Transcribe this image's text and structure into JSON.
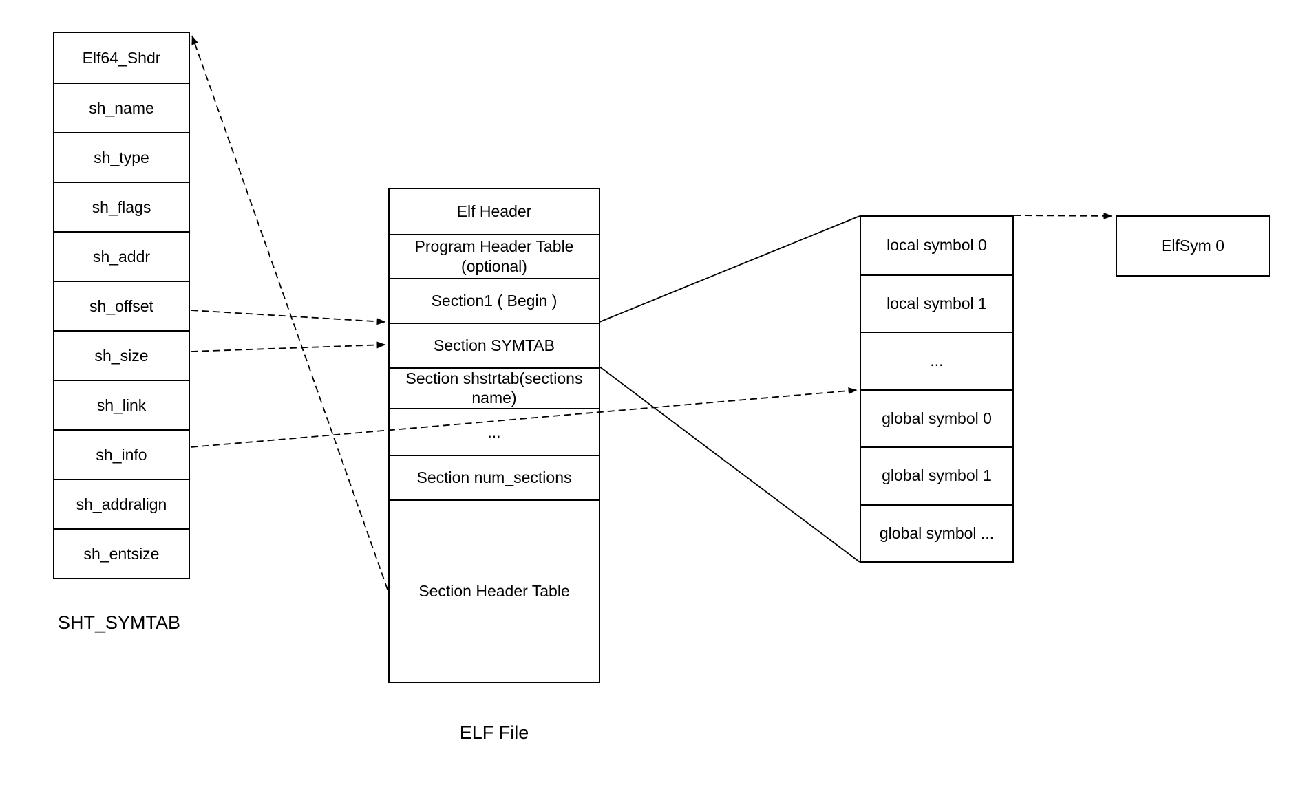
{
  "colors": {
    "stroke": "#000000",
    "background": "#ffffff",
    "box_fill": "#ffffff",
    "text": "#000000"
  },
  "shdr_table": {
    "caption": "SHT_SYMTAB",
    "rows": [
      "Elf64_Shdr",
      "sh_name",
      "sh_type",
      "sh_flags",
      "sh_addr",
      "sh_offset",
      "sh_size",
      "sh_link",
      "sh_info",
      "sh_addralign",
      "sh_entsize"
    ]
  },
  "elf_file_table": {
    "caption": "ELF File",
    "rows": [
      "Elf Header",
      "Program Header Table\n(optional)",
      "Section1 ( Begin )",
      "Section SYMTAB",
      "Section shstrtab(sections\nname)",
      "...",
      "Section num_sections",
      "Section Header Table"
    ]
  },
  "symtab_table": {
    "rows": [
      "local symbol 0",
      "local symbol 1",
      "...",
      "global symbol 0",
      "global symbol 1",
      "global symbol ..."
    ]
  },
  "elfsym_box": {
    "label": "ElfSym 0"
  },
  "arrows": {
    "section_header_table_to_elf64_shdr": "dashed",
    "sh_offset_to_section_symtab": "dashed",
    "sh_size_to_section_symtab": "dashed",
    "sh_info_to_global_symbol_0": "dashed",
    "local_symbol_0_to_elfsym_0": "dashed",
    "symtab_expansion_top": "solid",
    "symtab_expansion_bottom": "solid"
  }
}
